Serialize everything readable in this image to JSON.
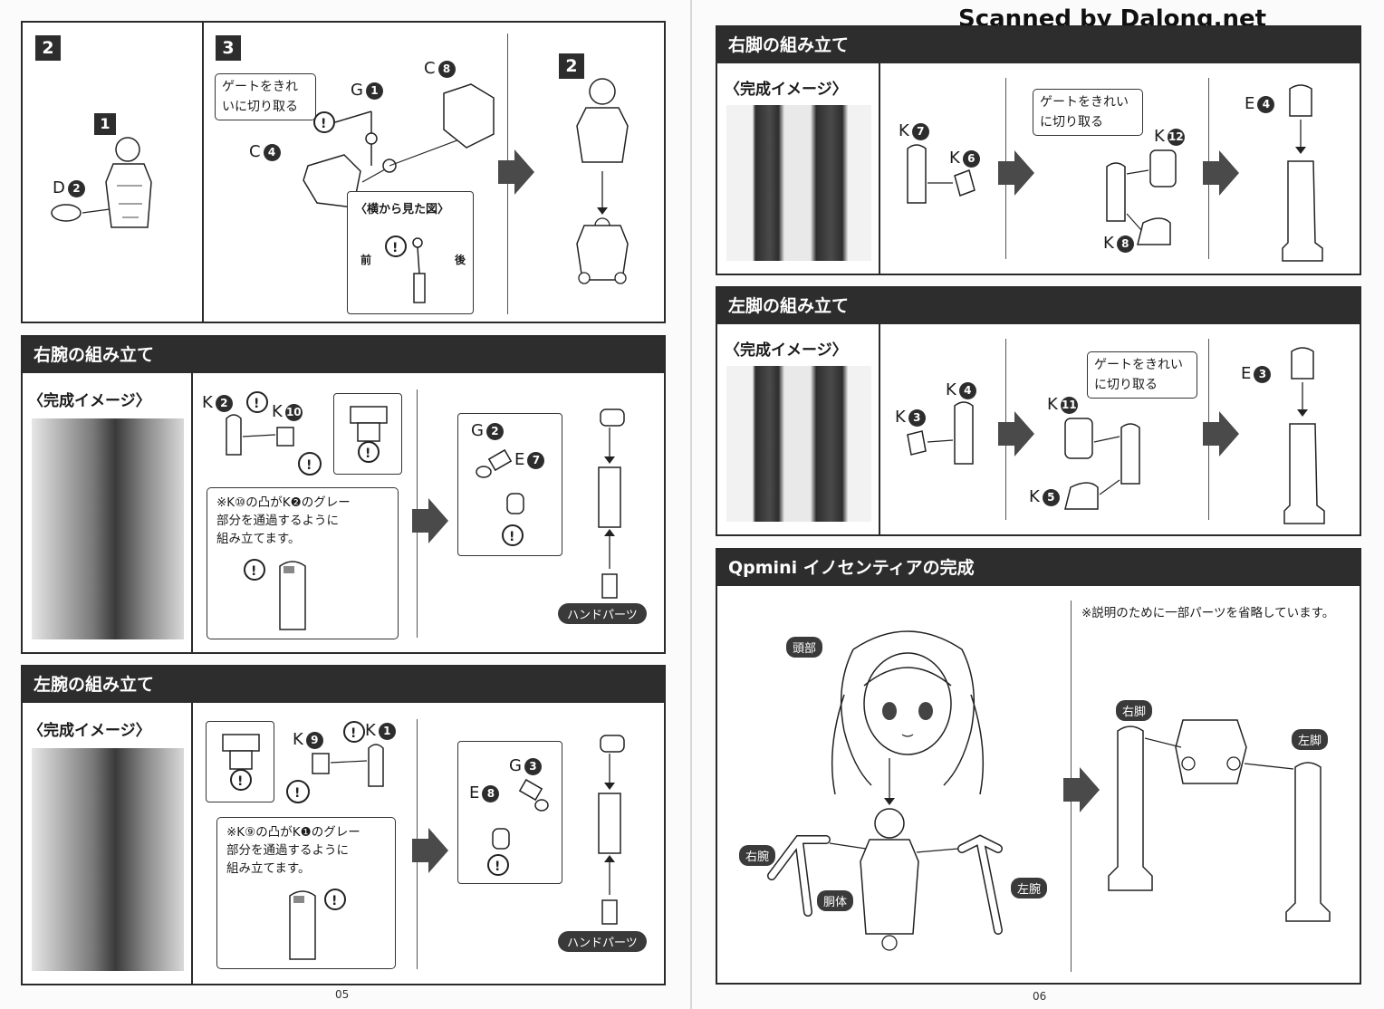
{
  "watermark": "Scanned by Dalong.net",
  "page_numbers": {
    "left": "05",
    "right": "06"
  },
  "top_steps": {
    "step2": {
      "number": "2",
      "sub_number": "1",
      "part": "D",
      "part_num": "2"
    },
    "step3": {
      "number": "3",
      "callout": "ゲートをきれ\nいに切り取る",
      "part_g": "G",
      "part_g_num": "1",
      "part_c8": "C",
      "part_c8_num": "8",
      "part_c4": "C",
      "part_c4_num": "4",
      "side_view_title": "〈横から見た図〉",
      "front": "前",
      "back": "後"
    },
    "result": {
      "number": "2"
    }
  },
  "right_arm": {
    "title": "右腕の組み立て",
    "image_label": "〈完成イメージ〉",
    "k2": "K",
    "k2_num": "2",
    "k10": "K",
    "k10_num": "10",
    "note": "※K⑩の凸がK❷のグレー\n部分を通過するように\n組み立てます。",
    "g2": "G",
    "g2_num": "2",
    "e7": "E",
    "e7_num": "7",
    "hand": "ハンドパーツ"
  },
  "left_arm": {
    "title": "左腕の組み立て",
    "image_label": "〈完成イメージ〉",
    "k9": "K",
    "k9_num": "9",
    "k1": "K",
    "k1_num": "1",
    "note": "※K⑨の凸がK❶のグレー\n部分を通過するように\n組み立てます。",
    "g3": "G",
    "g3_num": "3",
    "e8": "E",
    "e8_num": "8",
    "hand": "ハンドパーツ"
  },
  "right_leg": {
    "title": "右脚の組み立て",
    "image_label": "〈完成イメージ〉",
    "k7": "K",
    "k7_num": "7",
    "k6": "K",
    "k6_num": "6",
    "callout": "ゲートをきれい\nに切り取る",
    "k12": "K",
    "k12_num": "12",
    "k8": "K",
    "k8_num": "8",
    "e4": "E",
    "e4_num": "4"
  },
  "left_leg": {
    "title": "左脚の組み立て",
    "image_label": "〈完成イメージ〉",
    "k4": "K",
    "k4_num": "4",
    "k3": "K",
    "k3_num": "3",
    "callout": "ゲートをきれい\nに切り取る",
    "k11": "K",
    "k11_num": "11",
    "k5": "K",
    "k5_num": "5",
    "e3": "E",
    "e3_num": "3"
  },
  "completion": {
    "title": "Qpmini イノセンティアの完成",
    "note": "※説明のために一部パーツを省略しています。",
    "head": "頭部",
    "right_arm": "右腕",
    "torso": "胴体",
    "left_arm": "左腕",
    "right_leg": "右脚",
    "left_leg": "左脚"
  }
}
